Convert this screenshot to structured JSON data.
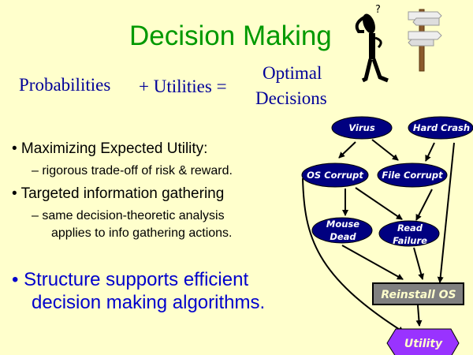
{
  "slide": {
    "title": "Decision Making",
    "equation": {
      "left": "Probabilities",
      "middle": "+ Utilities =",
      "right_line1": "Optimal",
      "right_line2": "Decisions"
    },
    "bullets": [
      {
        "text": "•  Maximizing Expected Utility:",
        "sub": [
          "– rigorous trade-off of risk & reward."
        ]
      },
      {
        "text": "•  Targeted information gathering",
        "sub": [
          "– same decision-theoretic analysis",
          "applies to info gathering actions."
        ]
      },
      {
        "text": "•  Structure supports efficient",
        "cont": "decision making algorithms."
      }
    ]
  },
  "diagram": {
    "nodes": {
      "virus": "Virus",
      "hard_crash": "Hard Crash",
      "os_corrupt": "OS Corrupt",
      "file_corrupt": "File Corrupt",
      "mouse_dead_1": "Mouse",
      "mouse_dead_2": "Dead",
      "read_failure_1": "Read",
      "read_failure_2": "Failure",
      "reinstall_os": "Reinstall OS",
      "utility": "Utility"
    },
    "colors": {
      "chance": "#000080",
      "decision": "#808080",
      "utility": "#9933FF",
      "decision_text": "#FFFFCC"
    }
  }
}
